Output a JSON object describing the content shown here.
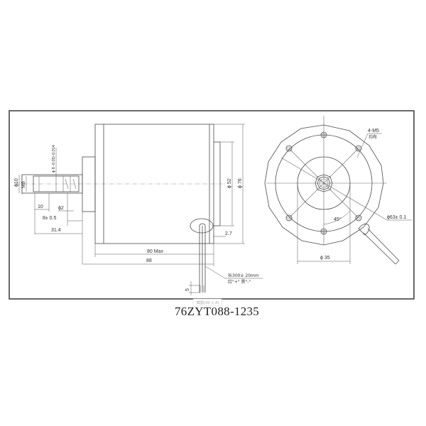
{
  "drawing": {
    "title": "76ZYT088-1235",
    "tooltip": "截图(Alt + A)"
  },
  "side_view": {
    "shaft": {
      "dia_outer": "ϕ10",
      "thread": "M8",
      "dia_tol": "ϕ 8 -0.05/-0.014",
      "thread_len": "10",
      "hole_dia": "ϕ2",
      "hole_pos": "8± 0.5",
      "shaft_len": "31.4"
    },
    "body": {
      "length_max": "80 Max",
      "overall_length": "88",
      "dia_52": "ϕ 52",
      "dia_76": "ϕ 76",
      "step": "2.7"
    },
    "leads": {
      "length": "长300± 20mm",
      "colors": "红\"+\"  黑\"-\"",
      "strip": "5"
    }
  },
  "end_view": {
    "holes_label": "4-M5",
    "holes_note": "均布",
    "pcd": "ϕ63± 0.1",
    "angle": "45°",
    "pilot_dia": "ϕ 35"
  }
}
